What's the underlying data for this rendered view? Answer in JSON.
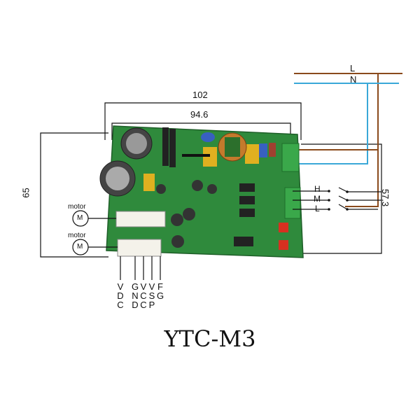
{
  "title": "YTC-M3",
  "dimensions": {
    "outer_width": "102",
    "inner_width": "94.6",
    "height": "65",
    "right_height": "57.3"
  },
  "power": {
    "line_label": "L",
    "neutral_label": "N",
    "line_color": "#8a4a1c",
    "neutral_color": "#3aa8d8"
  },
  "speed_switches": {
    "high_label": "H",
    "medium_label": "M",
    "low_label": "L"
  },
  "motors": [
    {
      "label": "motor",
      "symbol": "M"
    },
    {
      "label": "motor",
      "symbol": "M"
    }
  ],
  "connector_pins": [
    {
      "chars": [
        "V",
        "D",
        "C"
      ]
    },
    {
      "chars": [
        "G",
        "N",
        "D"
      ]
    },
    {
      "chars": [
        "V",
        "C",
        "C"
      ]
    },
    {
      "chars": [
        "V",
        "S",
        "P"
      ]
    },
    {
      "chars": [
        "F",
        "G"
      ]
    }
  ],
  "board_color": "#2f8a3c"
}
